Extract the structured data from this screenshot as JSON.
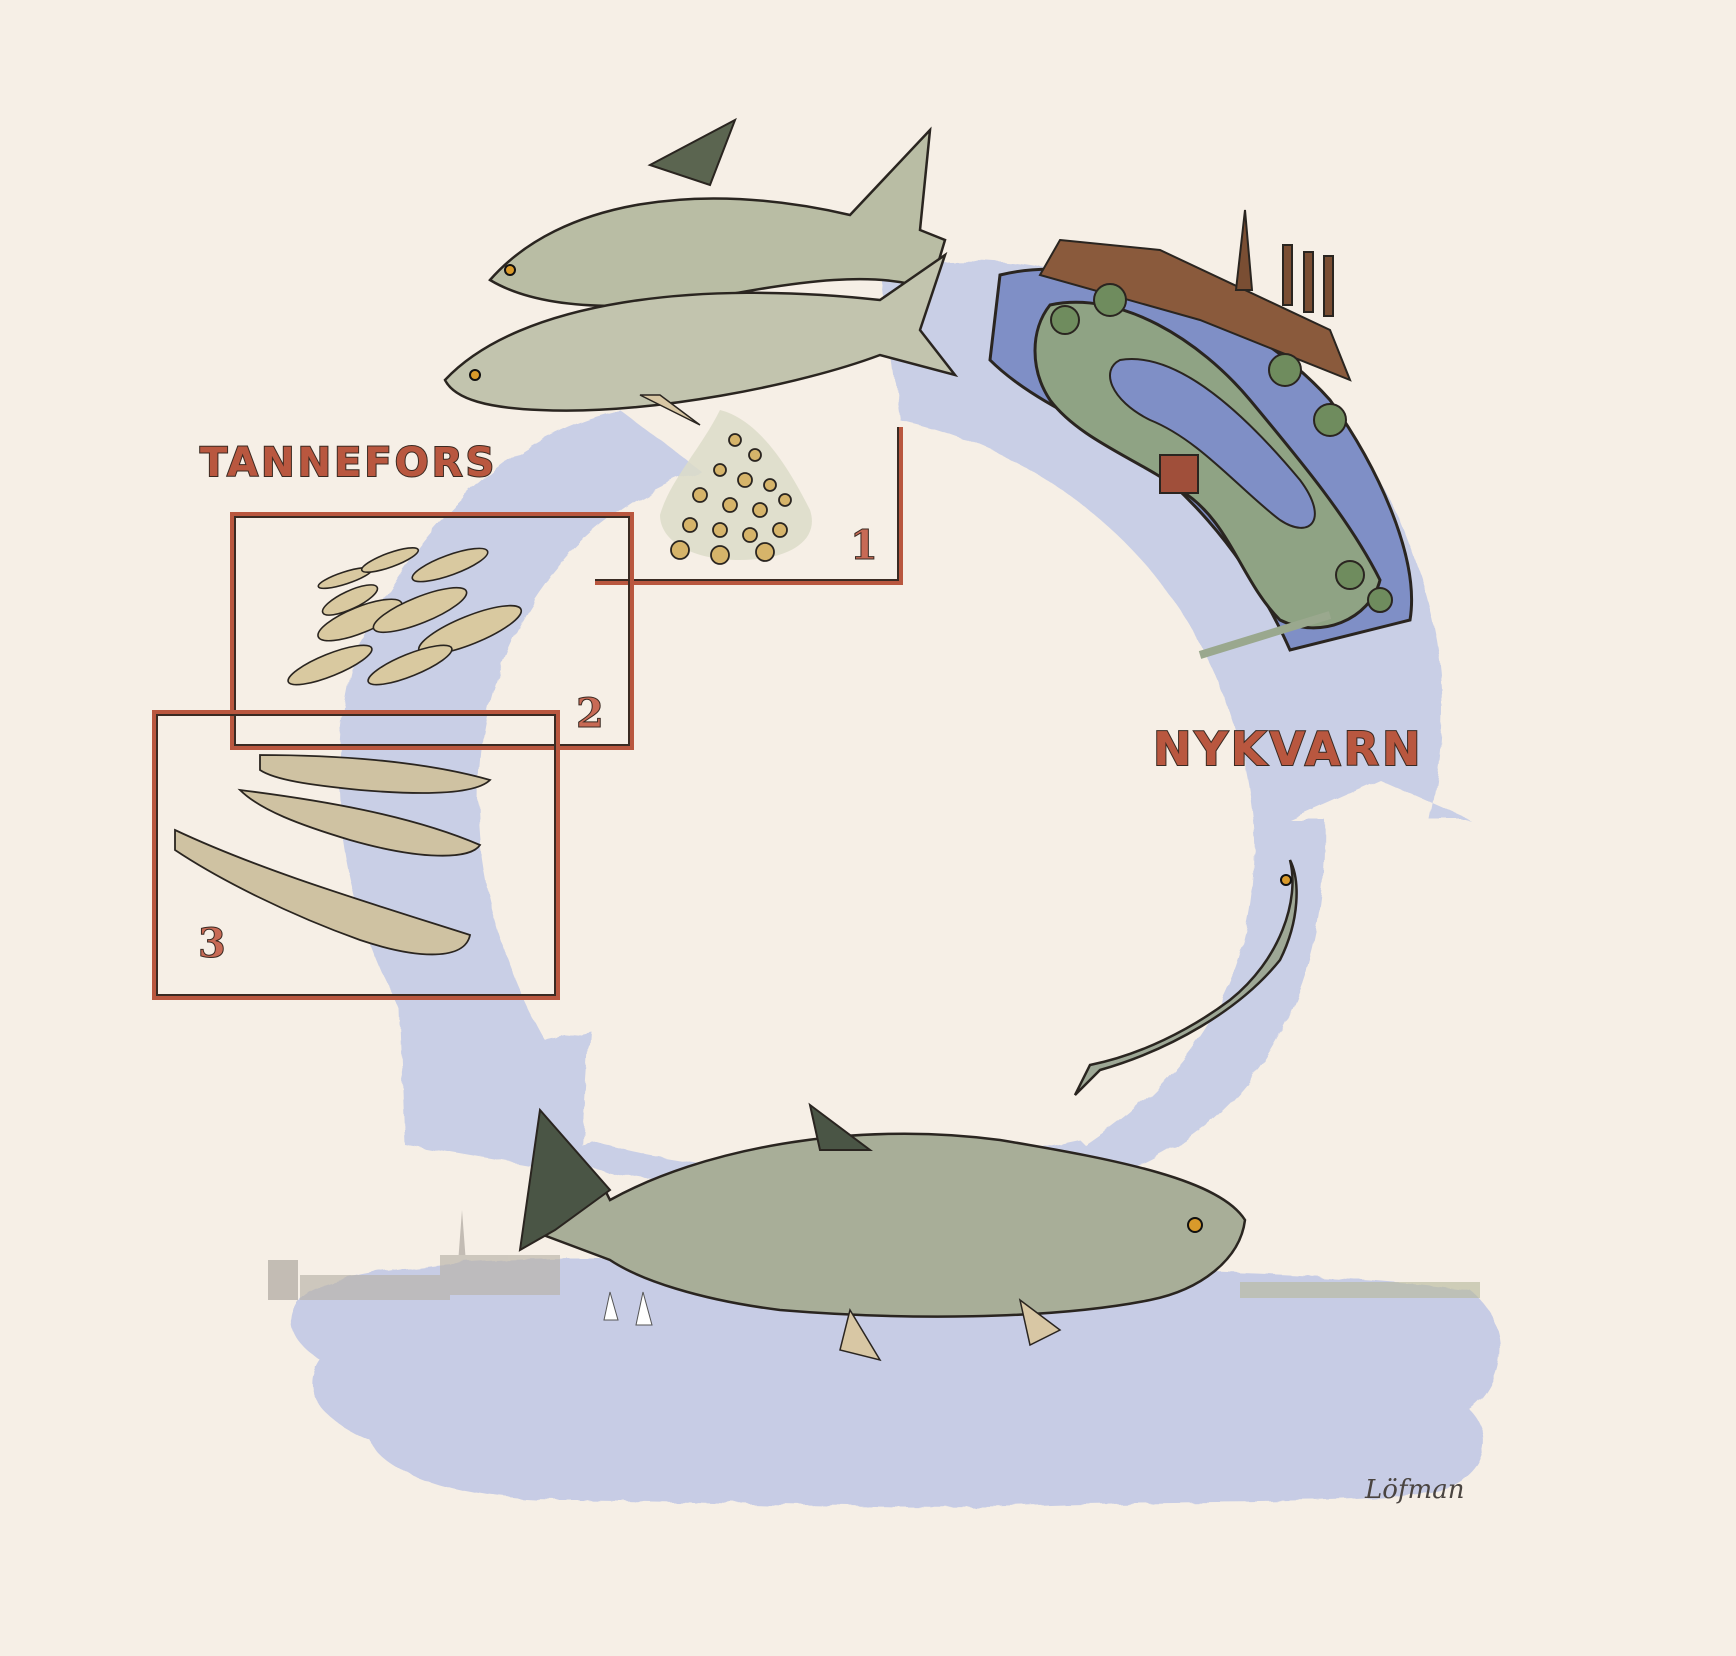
{
  "diagram": {
    "type": "life-cycle illustration",
    "subject": "fish life cycle between river spawning grounds and lake",
    "palette": {
      "background": "#F6EFE6",
      "water": "#C5CCE6",
      "water_deep": "#7F8FC6",
      "label_red": "#B9573F",
      "ink": "#3A2A22",
      "fish_body": "#B9BDA4",
      "fish_fin": "#5B6550",
      "larva": "#D9C9A0",
      "land_green": "#8FA384",
      "town_brown": "#8A5A3C"
    },
    "places": [
      {
        "id": "tannefors",
        "label": "TANNEFORS"
      },
      {
        "id": "nykvarn",
        "label": "NYKVARN"
      }
    ],
    "stages": [
      {
        "number": "1",
        "depicts": "eggs / roe released by spawning adults"
      },
      {
        "number": "2",
        "depicts": "newly hatched larvae with yolk sacs"
      },
      {
        "number": "3",
        "depicts": "juvenile fry"
      }
    ],
    "other_elements": [
      "two adult fish spawning at top of cycle",
      "river map with town, church spire and factory chimneys",
      "upstream-pointing water arrow on right side",
      "adult fish swimming upstream",
      "large adult fish in lake at bottom",
      "distant city skyline with sailboats on lake shore",
      "downstream-pointing water arrow on lower left"
    ],
    "signature": "Löfman"
  }
}
